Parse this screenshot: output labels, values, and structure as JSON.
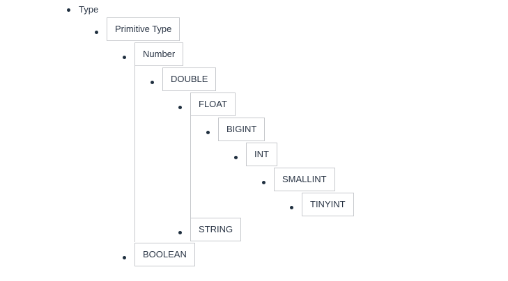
{
  "tree": {
    "root": "Type",
    "primitive_type": "Primitive Type",
    "number": "Number",
    "double": "DOUBLE",
    "float": "FLOAT",
    "bigint": "BIGINT",
    "int": "INT",
    "smallint": "SMALLINT",
    "tinyint": "TINYINT",
    "string": "STRING",
    "boolean": "BOOLEAN"
  }
}
